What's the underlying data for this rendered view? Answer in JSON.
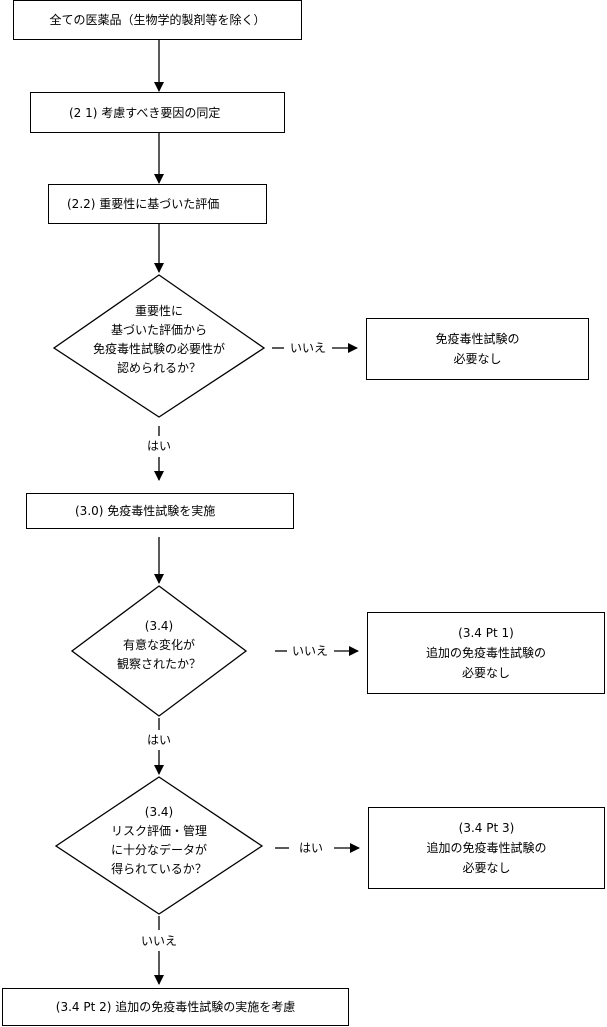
{
  "nodes": {
    "start": "全ての医薬品（生物学的製剤等を除く）",
    "step21": "(2 1) 考慮すべき要因の同定",
    "step22": "(2.2) 重要性に基づいた評価",
    "d1": [
      "重要性に",
      "基づいた評価から",
      "免疫毒性試験の必要性が",
      "認められるか？"
    ],
    "r1": [
      "免疫毒性試験の",
      "必要なし"
    ],
    "step30": "(3.0) 免疫毒性試験を実施",
    "d2": [
      "(3.4)",
      "有意な変化が",
      "観察されたか？"
    ],
    "r2": [
      "(3.4 Pt 1)",
      "追加の免疫毒性試験の",
      "必要なし"
    ],
    "d3": [
      "(3.4)",
      "リスク評価・管理",
      "に十分なデータが",
      "得られているか？"
    ],
    "r3": [
      "(3.4 Pt 3)",
      "追加の免疫毒性試験の",
      "必要なし"
    ],
    "end": "(3.4 Pt 2) 追加の免疫毒性試験の実施を考慮"
  },
  "edges": {
    "d1_no": "いいえ",
    "d1_yes": "はい",
    "d2_no": "いいえ",
    "d2_yes": "はい",
    "d3_yes": "はい",
    "d3_no": "いいえ"
  }
}
